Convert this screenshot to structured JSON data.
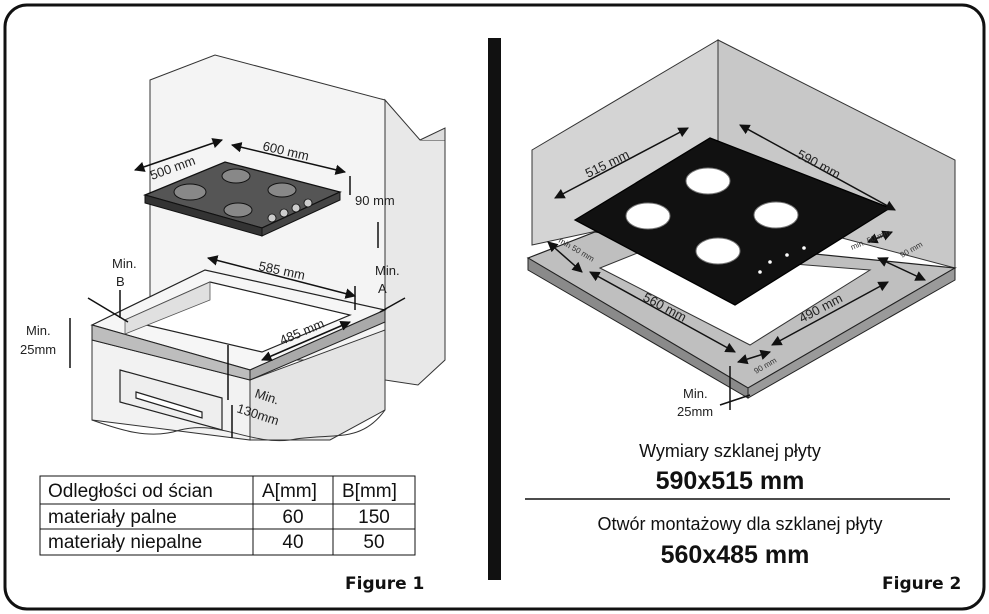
{
  "figure1": {
    "caption": "Figure 1",
    "dims": {
      "d500": "500 mm",
      "d600": "600 mm",
      "d90": "90 mm",
      "d585": "585 mm",
      "d485": "485 mm",
      "minB_1": "Min.",
      "minB_2": "B",
      "minA_1": "Min.",
      "minA_2": "A",
      "min25_1": "Min.",
      "min25_2": "25mm",
      "min130_1": "Min.",
      "min130_2": "130mm"
    },
    "table": {
      "headers": [
        "Odległości od ścian",
        "A[mm]",
        "B[mm]"
      ],
      "rows": [
        [
          "materiały palne",
          "60",
          "150"
        ],
        [
          "materiały niepalne",
          "40",
          "50"
        ]
      ]
    }
  },
  "figure2": {
    "caption": "Figure 2",
    "dims": {
      "d515": "515 mm",
      "d590": "590 mm",
      "d560": "560 mm",
      "d490": "490 mm",
      "min50a": "min 50 mm",
      "min50b": "min. 50 mm",
      "d90a": "90 mm",
      "d90b": "90 mm",
      "min25_1": "Min.",
      "min25_2": "25mm"
    },
    "glass_label": "Wymiary szklanej płyty",
    "glass_size": "590x515 mm",
    "cutout_label": "Otwór montażowy dla szklanej płyty",
    "cutout_size": "560x485 mm"
  }
}
